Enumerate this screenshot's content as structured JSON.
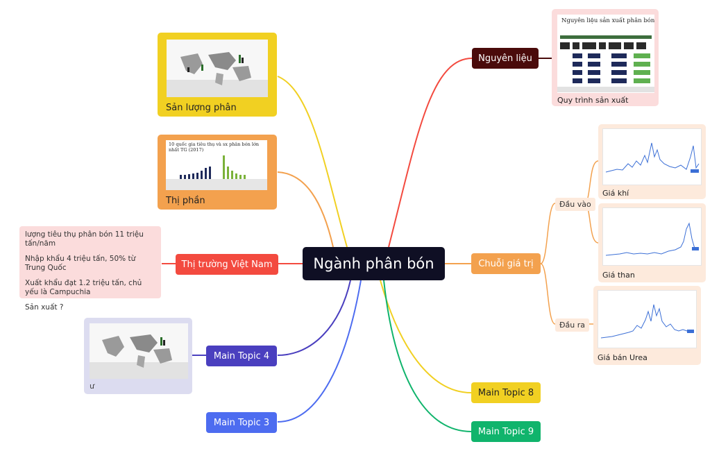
{
  "central": "Ngành phân bón",
  "topics": {
    "nguyen_lieu": "Nguyên liệu",
    "chuoi_gia_tri": "Chuỗi giá trị",
    "thi_truong_vn": "Thị trường Việt Nam",
    "main4": "Main Topic 4",
    "main3": "Main Topic 3",
    "main8": "Main Topic 8",
    "main9": "Main Topic 9"
  },
  "cards": {
    "san_luong": "Sản lượng phân",
    "thi_phan": "Thị phần",
    "thi_phan_title": "10 quốc gia tiêu thụ và sx phân bón lớn nhất TG (2017)",
    "main4_caption": "ư",
    "quy_trinh": "Quy trình sản xuất",
    "quy_trinh_title": "Nguyên liệu sản xuất phân bón",
    "gia_khi": "Giá khí",
    "gia_than": "Giá than",
    "gia_urea": "Giá bán Urea"
  },
  "subtopics": {
    "dau_vao": "Đầu vào",
    "dau_ra": "Đầu ra"
  },
  "notes": [
    "lượng tiêu thụ phân bón 11 triệu tấn/năm",
    "Nhập khẩu 4 triệu tấn, 50% từ Trung Quốc",
    "Xuất khẩu đạt 1.2 triệu tấn, chủ yếu là Campuchia",
    "Sản xuất ?"
  ],
  "colors": {
    "central": "#0f0f24",
    "yellow": "#f1d022",
    "orange": "#f3a14e",
    "red": "#f34a3f",
    "darkred": "#4a0b0b",
    "indigo": "#4a3fbf",
    "blue": "#4d6cf0",
    "green": "#10b46c",
    "peach": "#fdeadc",
    "pink": "#fbdcdc"
  }
}
